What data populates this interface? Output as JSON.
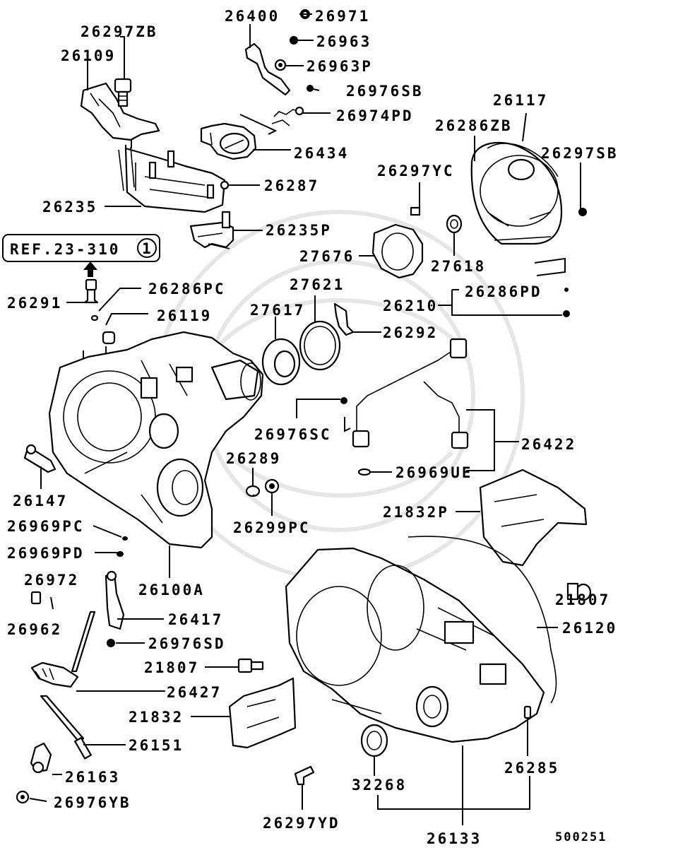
{
  "diagram_id": "500251",
  "reference": {
    "text": "REF.23-310",
    "badge": "1"
  },
  "parts": {
    "p26400": "26400",
    "p26971": "26971",
    "p26963": "26963",
    "p26963P": "26963P",
    "p26976SB": "26976SB",
    "p26974PD": "26974PD",
    "p26434": "26434",
    "p26287": "26287",
    "p26297ZB": "26297ZB",
    "p26109": "26109",
    "p26235": "26235",
    "p26235P": "26235P",
    "p26117": "26117",
    "p26286ZB": "26286ZB",
    "p26297SB": "26297SB",
    "p26297YC": "26297YC",
    "p27676": "27676",
    "p27618": "27618",
    "p26286PD": "26286PD",
    "p26210": "26210",
    "p27621": "27621",
    "p27617": "27617",
    "p26292": "26292",
    "p26291": "26291",
    "p26286PC": "26286PC",
    "p26119": "26119",
    "p26976SC": "26976SC",
    "p26422": "26422",
    "p26289": "26289",
    "p26969UE": "26969UE",
    "p26147": "26147",
    "p26299PC": "26299PC",
    "p21832P": "21832P",
    "p26969PC": "26969PC",
    "p26969PD": "26969PD",
    "p26100A": "26100A",
    "p21807a": "21807",
    "p26972": "26972",
    "p26962": "26962",
    "p26417": "26417",
    "p26120": "26120",
    "p26976SD": "26976SD",
    "p21807b": "21807",
    "p26427": "26427",
    "p21832": "21832",
    "p26151": "26151",
    "p26285": "26285",
    "p26163": "26163",
    "p32268": "32268",
    "p26976YB": "26976YB",
    "p26297YD": "26297YD",
    "p26133": "26133"
  }
}
